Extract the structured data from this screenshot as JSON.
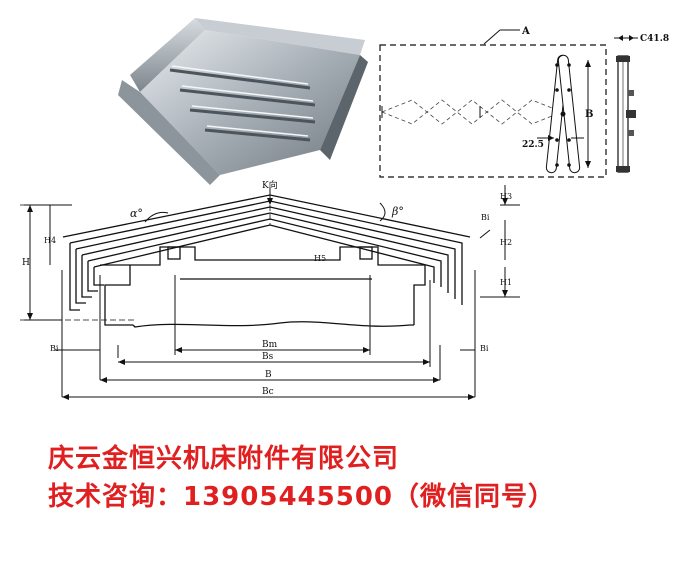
{
  "scissor_drawing": {
    "label_a": "A",
    "label_b": "B",
    "label_pitch": "22.5"
  },
  "side_view": {
    "label_c": "C41.8"
  },
  "section_drawing": {
    "label_k": "K向",
    "label_alpha": "α°",
    "label_beta": "β°",
    "label_h": "H",
    "label_h4": "H4",
    "label_h5": "H5",
    "label_h3": "H3",
    "label_h2": "H2",
    "label_h1": "H1",
    "label_bi_left": "Bi",
    "label_bi_right": "Bi",
    "label_bi_top": "Bi",
    "label_bm": "Bm",
    "label_bs": "Bs",
    "label_b": "B",
    "label_bc": "Bc"
  },
  "footer": {
    "company": "庆云金恒兴机床附件有限公司",
    "contact": "技术咨询：13905445500（微信同号）"
  },
  "colors": {
    "footer_text": "#e02020",
    "line": "#111111"
  }
}
